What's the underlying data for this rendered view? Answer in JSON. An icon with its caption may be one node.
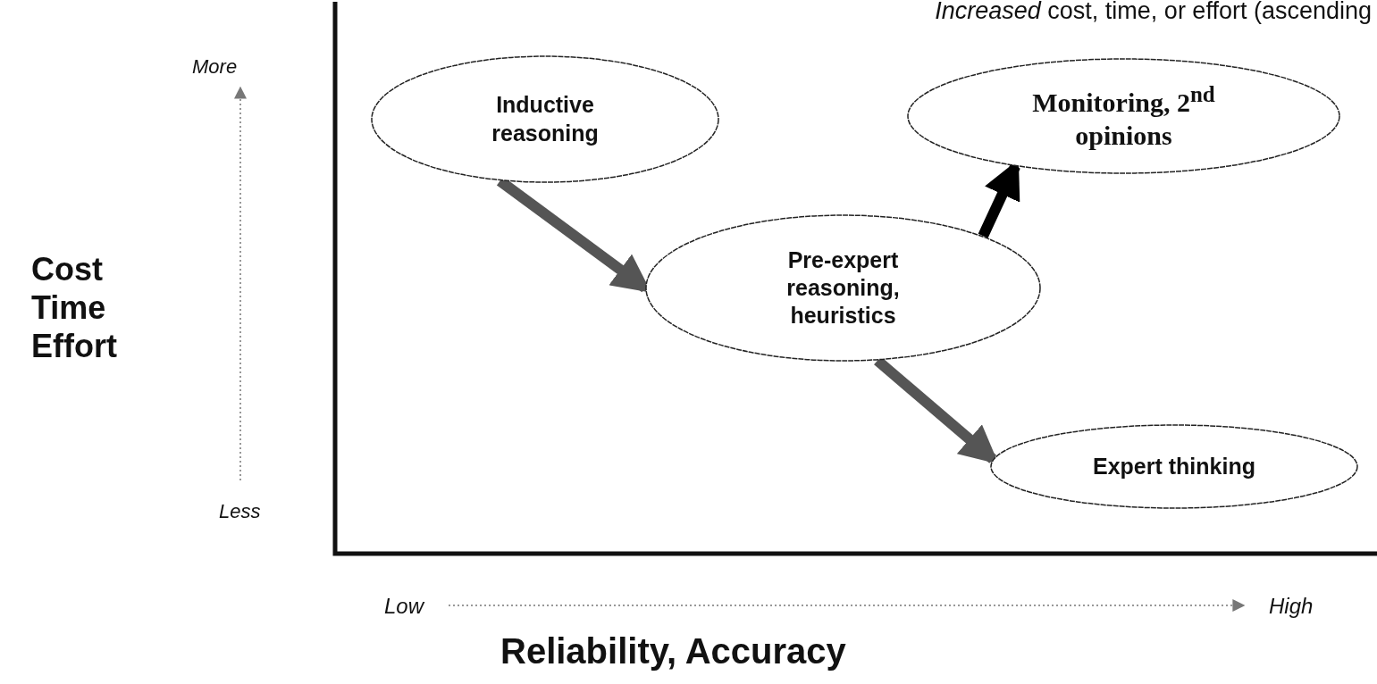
{
  "diagram": {
    "nodes": [
      {
        "text": [
          "Inductive reasoning"
        ]
      },
      {
        "text": [
          "Monitoring, 2$^{nd}$ opinions"
        ]
      },
      {
        "text": [
          "Pre-expert reasoning, heuristics"
        ]
      },
      {
        "text": [
          "Expert thinking"
        ]
      }
    ],
    "edges": [
      {
        "from": 0,
        "to": 2,
        "arrow": "to"
      },
      {
        "from": 2,
        "to": 1,
        "arrow": "to",
        "color": "#000000"
      },
      {
        "from": 2,
        "to": 3,
        "arrow": "to"
      }
    ],
    "labels": [
      "*Increased* cost, time, or effort (ascending",
      "More",
      "Less",
      "Cost Time Effort",
      "Low",
      "High",
      "Reliability, Accuracy"
    ]
  }
}
